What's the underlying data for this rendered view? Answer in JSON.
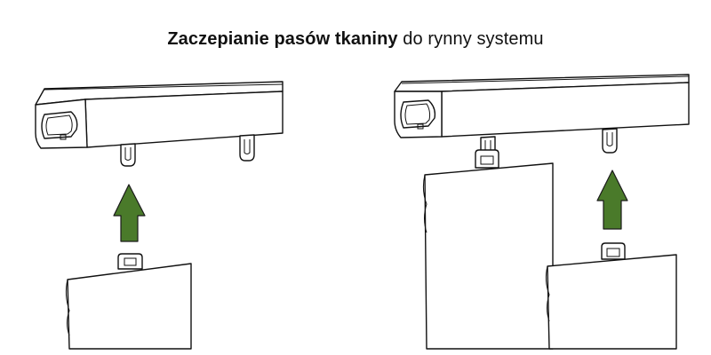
{
  "title": {
    "bold": "Zaczepianie pasów tkaniny",
    "normal": "do rynny systemu"
  },
  "colors": {
    "arrow": "#4a7a2a",
    "arrow_stroke": "#1a1a1a",
    "line": "#111111",
    "background": "#ffffff"
  },
  "figures": [
    {
      "name": "before-hooking",
      "arrow": "up-arrow-icon"
    },
    {
      "name": "after-hooking",
      "arrow": "up-arrow-icon"
    }
  ]
}
